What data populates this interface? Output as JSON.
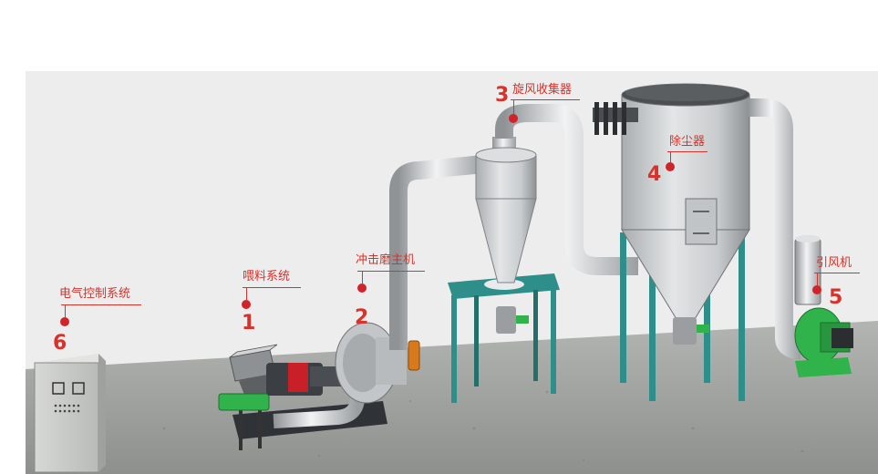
{
  "colors": {
    "callout": "#d8322c",
    "dot": "#d0232a",
    "floor": "#9c9e9b",
    "metal": "#c9cccd",
    "frame": "#2e8f8a",
    "motor": "#2fb34a"
  },
  "components": [
    {
      "id": "feeding",
      "number": "1",
      "label": "喂料系统"
    },
    {
      "id": "mill",
      "number": "2",
      "label": "冲击磨主机"
    },
    {
      "id": "cyclone",
      "number": "3",
      "label": "旋风收集器"
    },
    {
      "id": "dust",
      "number": "4",
      "label": "除尘器"
    },
    {
      "id": "fan",
      "number": "5",
      "label": "引风机"
    },
    {
      "id": "control",
      "number": "6",
      "label": "电气控制系统"
    }
  ]
}
